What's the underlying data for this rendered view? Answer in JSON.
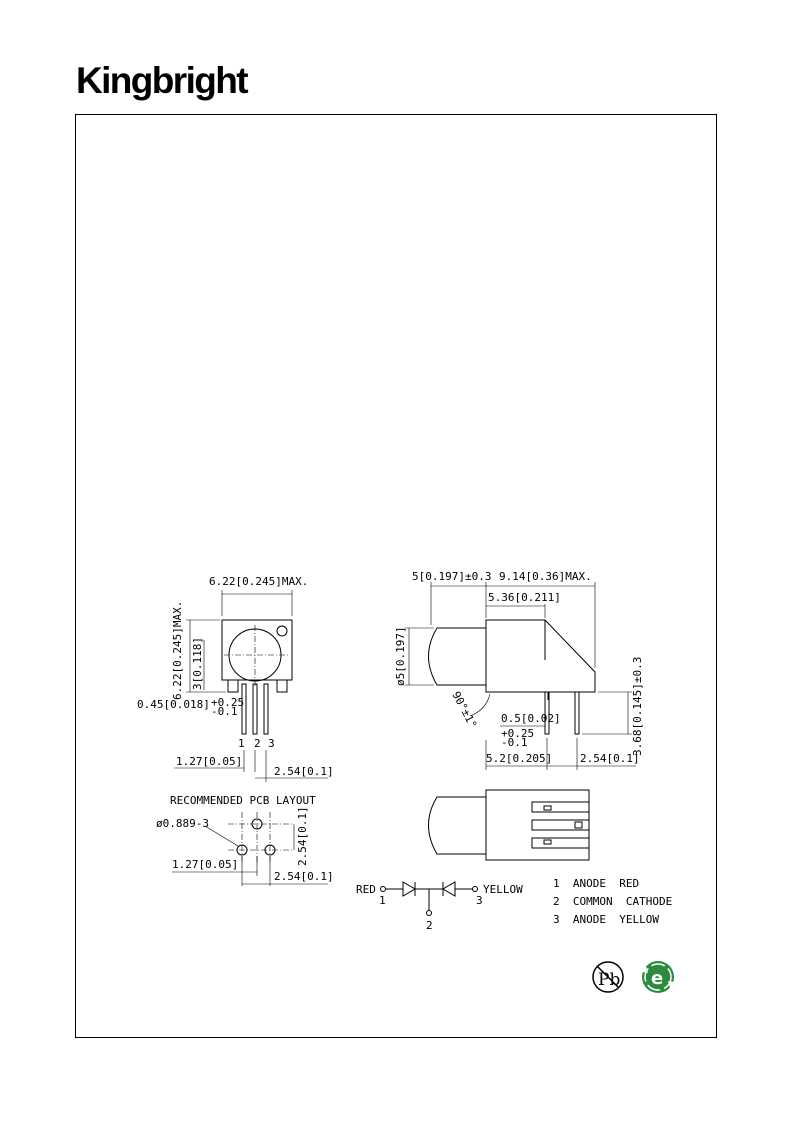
{
  "header": {
    "brand": "Kingbright"
  },
  "front_view": {
    "width_label": "6.22[0.245]MAX.",
    "height_label": "6.22[0.245]MAX.",
    "center_label": "3[0.118]",
    "lead_label": "0.45[0.018]",
    "lead_tol_plus": "+0.25",
    "lead_tol_minus": "-0.1",
    "pin_numbers": [
      "1",
      "2",
      "3"
    ],
    "pitch_half_label": "1.27[0.05]",
    "pitch_label": "2.54[0.1]"
  },
  "pcb_layout": {
    "title": "RECOMMENDED PCB LAYOUT",
    "hole_label": "ø0.889-3",
    "vertical_pitch_label": "2.54[0.1]",
    "half_pitch_label": "1.27[0.05]",
    "pitch_label": "2.54[0.1]"
  },
  "side_view": {
    "lens_length_label": "5[0.197]±0.3",
    "overall_length_label": "9.14[0.36]MAX.",
    "body_label": "5.36[0.211]",
    "diameter_label": "ø5[0.197]",
    "angle_label": "90°±1°",
    "lead_label": "0.5[0.02]",
    "lead_tol_plus": "+0.25",
    "lead_tol_minus": "-0.1",
    "height_label": "3.68[0.145]±0.3",
    "lead_offset_label": "5.2[0.205]",
    "pitch_label": "2.54[0.1]"
  },
  "schematic": {
    "left_label": "RED",
    "right_label": "YELLOW",
    "pin_left": "1",
    "pin_mid": "2",
    "pin_right": "3"
  },
  "pin_legend": [
    "1  ANODE  RED",
    "2  COMMON  CATHODE",
    "3  ANODE  YELLOW"
  ],
  "badges": {
    "pb_free": "Pb",
    "rohs": "e"
  }
}
